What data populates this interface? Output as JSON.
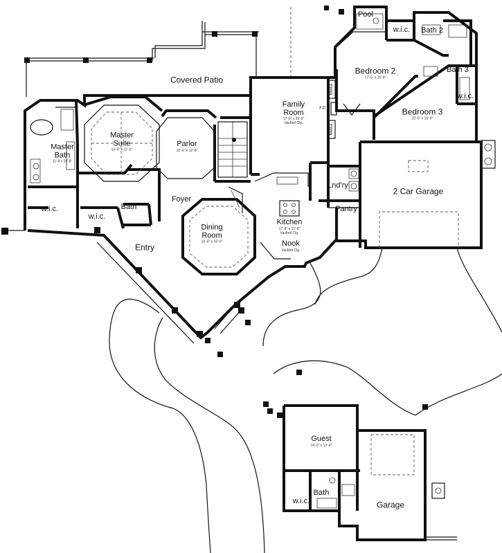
{
  "rooms": {
    "pool": {
      "name": "Pool"
    },
    "wic_top": {
      "name": "w.i.c."
    },
    "bath2": {
      "name": "Bath 2"
    },
    "bedroom2": {
      "name": "Bedroom 2",
      "dim": "17'-0\" x 16'-8\""
    },
    "bath3": {
      "name": "Bath 3"
    },
    "wic_bed3": {
      "name": "w.i.c."
    },
    "bedroom3": {
      "name": "Bedroom 3",
      "dim": "23'-0\" x 16'-0\""
    },
    "covered_patio": {
      "name": "Covered Patio"
    },
    "family_room": {
      "name": "Family Room",
      "dim": "17'-0\" x 20'-0\"",
      "note": "Vaulted Clg."
    },
    "master_bath": {
      "name": "Master Bath",
      "dim": "11'-4 x 16'-8\""
    },
    "master_suite": {
      "name": "Master Suite",
      "dim": "14'-8\" x 21'-0\""
    },
    "parlor": {
      "name": "Parlor",
      "dim": "12'-0\" x 12'-8\""
    },
    "lndry": {
      "name": "Lnd'ry"
    },
    "two_car_garage": {
      "name": "2 Car Garage"
    },
    "foyer": {
      "name": "Foyer"
    },
    "bath_master": {
      "name": "Bath"
    },
    "wic_master_left": {
      "name": "w.i.c."
    },
    "wic_master_right": {
      "name": "w.i.c."
    },
    "pantry": {
      "name": "Pantry"
    },
    "dining_room": {
      "name": "Dining Room",
      "dim": "16'-0\" x 16'-0\""
    },
    "kitchen": {
      "name": "Kitchen",
      "dim": "17'-8\" x 13'-8\"",
      "note": "Vaulted Clg."
    },
    "nook": {
      "name": "Nook",
      "note": "Vaulted Clg."
    },
    "entry": {
      "name": "Entry"
    },
    "guest": {
      "name": "Guest",
      "dim": "14'-0\" x 13'-4\""
    },
    "wic_guest": {
      "name": "w.i.c."
    },
    "bath_guest": {
      "name": "Bath"
    },
    "garage": {
      "name": "Garage"
    }
  },
  "annotations": {
    "media_top": "Media",
    "media_bottom": "Media",
    "fp": "F.P."
  }
}
